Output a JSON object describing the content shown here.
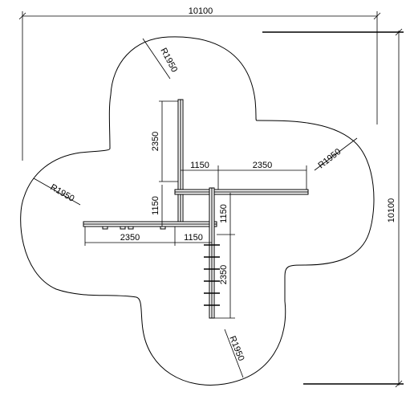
{
  "overall": {
    "width_label": "10100",
    "height_label": "10100"
  },
  "radii": {
    "top": "R1950",
    "right": "R1950",
    "left": "R1950",
    "bottom": "R1950"
  },
  "dimensions": {
    "upper_post_height": "2350",
    "upper_gap_width": "1150",
    "right_arm_length": "2350",
    "left_gap_height": "1150",
    "right_gap_height": "1150",
    "left_arm_length": "2350",
    "lower_gap_width": "1150",
    "lower_post_height": "2350"
  }
}
